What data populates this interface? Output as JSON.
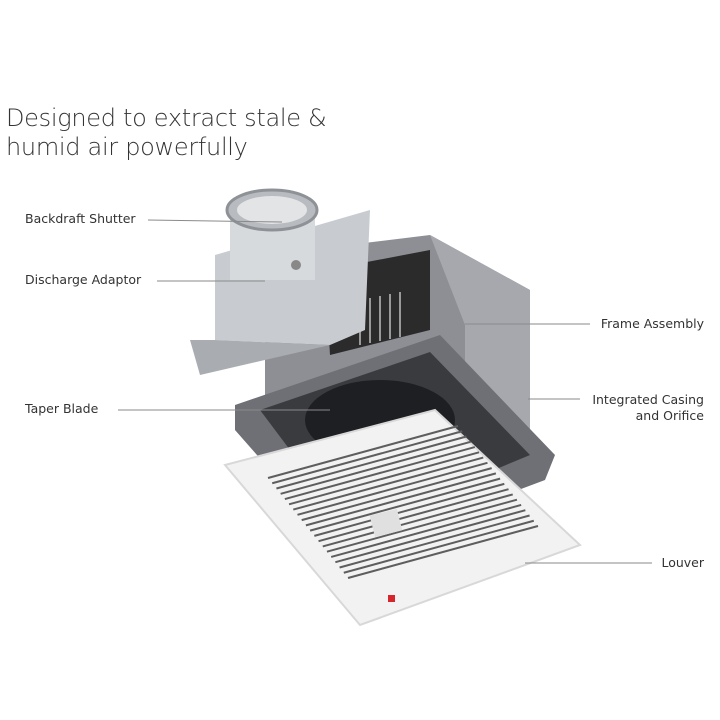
{
  "heading": {
    "line1": "Designed to extract stale &",
    "line2": "humid air powerfully"
  },
  "labels": {
    "backdraft_shutter": "Backdraft Shutter",
    "discharge_adaptor": "Discharge Adaptor",
    "taper_blade": "Taper Blade",
    "frame_assembly": "Frame Assembly",
    "integrated_casing_1": "Integrated Casing",
    "integrated_casing_2": "and Orifice",
    "louver": "Louver"
  },
  "colors": {
    "text": "#333333",
    "leader": "#8a8a8a",
    "brand_badge": "#d7262b"
  }
}
